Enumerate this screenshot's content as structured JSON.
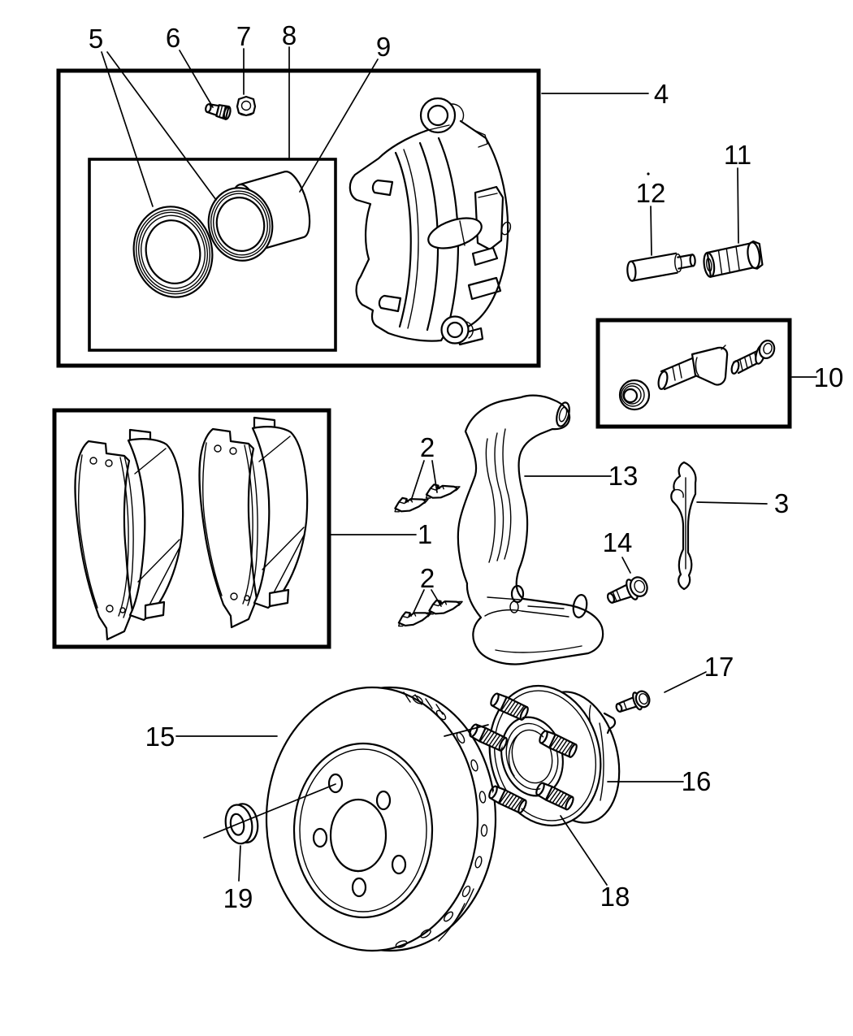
{
  "diagram": {
    "background_color": "#ffffff",
    "line_color": "#000000",
    "callouts": {
      "c1": {
        "label": "1"
      },
      "c2_upper": {
        "label": "2"
      },
      "c2_lower": {
        "label": "2"
      },
      "c3": {
        "label": "3"
      },
      "c4": {
        "label": "4"
      },
      "c5": {
        "label": "5"
      },
      "c6": {
        "label": "6"
      },
      "c7": {
        "label": "7"
      },
      "c8": {
        "label": "8"
      },
      "c9": {
        "label": "9"
      },
      "c10": {
        "label": "10"
      },
      "c11": {
        "label": "11"
      },
      "c12": {
        "label": "12"
      },
      "c13": {
        "label": "13"
      },
      "c14": {
        "label": "14"
      },
      "c15": {
        "label": "15"
      },
      "c16": {
        "label": "16"
      },
      "c17": {
        "label": "17"
      },
      "c18": {
        "label": "18"
      },
      "c19": {
        "label": "19"
      }
    }
  }
}
